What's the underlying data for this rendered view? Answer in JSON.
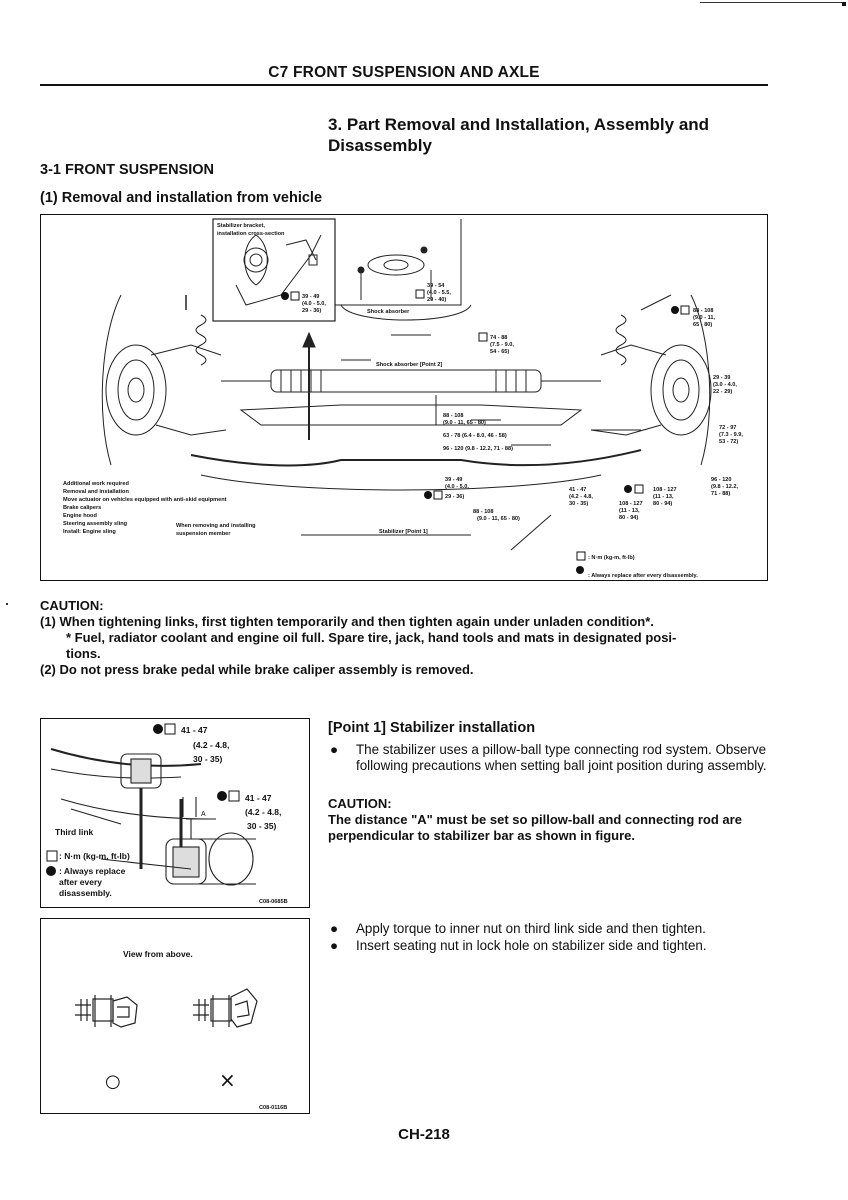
{
  "header": {
    "chapter_title": "C7 FRONT SUSPENSION AND AXLE",
    "section_title": "3. Part Removal and Installation, Assembly and Disassembly",
    "subsection": "3-1 FRONT SUSPENSION",
    "subsubsection": "(1) Removal and installation from vehicle"
  },
  "diagram": {
    "inset_title_1": "Stabilizer bracket,",
    "inset_title_2": "installation cross-section",
    "torque_a1": "39 - 49",
    "torque_a2": "(4.0 - 5.0,",
    "torque_a3": "29 - 36)",
    "torque_b1": "39 - 54",
    "torque_b2": "(4.0 - 5.5,",
    "torque_b3": "29 - 40)",
    "shock_absorber": "Shock absorber",
    "torque_c1": "74 - 88",
    "torque_c2": "(7.5 - 9.0,",
    "torque_c3": "54 - 65)",
    "shock_point2": "Shock absorber [Point 2]",
    "torque_d1": "88 - 108",
    "torque_d2": "(9.0 - 11,",
    "torque_d3": "65 - 80)",
    "torque_e1": "88 - 108",
    "torque_e2": "(9.0 - 11, 65 - 80)",
    "torque_e3": "63 - 78 (6.4 - 8.0, 46 - 58)",
    "torque_e4": "96 - 120 (9.8 - 12.2, 71 - 88)",
    "torque_f1": "29 - 39",
    "torque_f2": "(3.0 - 4.0,",
    "torque_f3": "22 - 29)",
    "torque_g1": "72 - 97",
    "torque_g2": "(7.3 - 9.9,",
    "torque_g3": "53 - 72)",
    "torque_h1": "96 - 120",
    "torque_h2": "(9.8 - 12.2,",
    "torque_h3": "71 - 88)",
    "torque_i1": "108 - 127",
    "torque_i2": "(11 - 13,",
    "torque_i3": "80 - 94)",
    "torque_j1": "108 - 127",
    "torque_j2": "(11 - 13,",
    "torque_j3": "80 - 94)",
    "torque_k1": "41 - 47",
    "torque_k2": "(4.2 - 4.8,",
    "torque_k3": "30 - 35)",
    "torque_l1": "39 - 49",
    "torque_l2": "(4.0 - 5.0,",
    "torque_l3": "29 - 36)",
    "torque_m1": "88 - 108",
    "torque_m2": "(9.0 - 11, 65 - 80)",
    "stabilizer_point1": "Stabilizer [Point 1]",
    "note_1": "Additional work required",
    "note_2": "Removal and installation",
    "note_3": "Move actuator on vehicles equipped with anti-skid equipment",
    "note_4": "Brake calipers",
    "note_5": "Engine hood",
    "note_6": "Steering assembly sling",
    "note_7": "Install: Engine sling",
    "note_8": "When removing and installing",
    "note_9": "suspension member",
    "legend_torque": ": N·m (kg-m, ft-lb)",
    "legend_replace": ": Always replace after every disassembly."
  },
  "caution": {
    "heading": "CAUTION:",
    "item1": "(1) When tightening links, first tighten temporarily and then tighten again under unladen condition*.",
    "item1_note_a": "* Fuel, radiator coolant and engine oil full. Spare tire, jack, hand tools and mats in designated posi-",
    "item1_note_b": "tions.",
    "item2": "(2) Do not press brake pedal while brake caliper assembly is removed."
  },
  "figure1": {
    "torque_top1": "41 - 47",
    "torque_top2": "(4.2 - 4.8,",
    "torque_top3": "30 - 35)",
    "torque_mid1": "41 - 47",
    "torque_mid2": "(4.2 - 4.8,",
    "torque_mid3": "30 - 35)",
    "label_a": "A",
    "third_link": "Third link",
    "legend_torque": ": N·m (kg-m, ft-lb)",
    "legend_replace_1": ": Always replace",
    "legend_replace_2": "after every",
    "legend_replace_3": "disassembly.",
    "code": "C08-0685B"
  },
  "figure2": {
    "view_label": "View from above.",
    "ok_mark": "○",
    "ng_mark": "×",
    "code": "C08-0116B"
  },
  "point1": {
    "title": "[Point 1] Stabilizer installation",
    "bullet_char": "●",
    "text1": "The stabilizer uses a pillow-ball type connecting rod system. Observe following precautions when setting ball joint position during assembly.",
    "caution_heading": "CAUTION:",
    "caution_text": "The distance \"A\" must be set so pillow-ball and connecting rod are perpendicular to stabilizer bar as shown in figure.",
    "text2": "Apply torque to inner nut on third link side and then tighten.",
    "text3": "Insert seating nut in lock hole on stabilizer side and tighten."
  },
  "footer": {
    "page_number": "CH-218"
  }
}
